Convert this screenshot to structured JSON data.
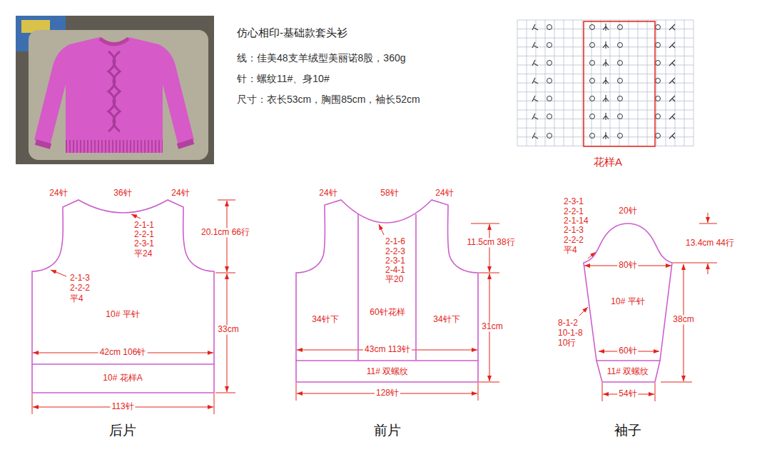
{
  "diagram": {
    "title": "仿心相印-基础款套头衫",
    "nodes": [
      {
        "text": [
          "10# 平针"
        ]
      },
      {
        "text": [
          "10# 花样A"
        ]
      },
      {
        "text": [
          "34针下",
          "34针下"
        ]
      },
      {
        "text": [
          "60针花样"
        ],
        "in": 2
      },
      {
        "text": [
          "11# 双螺纹"
        ]
      },
      {
        "text": [
          "10# 平针"
        ]
      },
      {
        "text": [
          "11# 双螺纹"
        ]
      }
    ],
    "labels": [
      "线：佳美48支羊绒型美丽诺8股，360g",
      "针：螺纹11#、身10#",
      "尺寸：衣长53cm，胸围85cm，袖长52cm",
      "花样A",
      "24针",
      "36针",
      "24针",
      "2-1-1",
      "2-2-1",
      "2-3-1",
      "平24",
      "20.1cm 66行",
      "2-1-3",
      "2-2-2",
      "平4",
      "33cm",
      "42cm 106针",
      "113针",
      "后片",
      "24针",
      "58针",
      "24针",
      "2-1-6",
      "2-2-3",
      "2-3-1",
      "2-4-1",
      "平20",
      "11.5cm 38行",
      "31cm",
      "43cm 113针",
      "128针",
      "前片",
      "2-3-1",
      "2-2-1",
      "2-1-14",
      "2-1-3",
      "2-2-2",
      "平4",
      "20针",
      "13.4cm 44行",
      "80针",
      "8-1-2",
      "10-1-8",
      "10行",
      "38cm",
      "60针",
      "54针",
      "袖子"
    ]
  }
}
